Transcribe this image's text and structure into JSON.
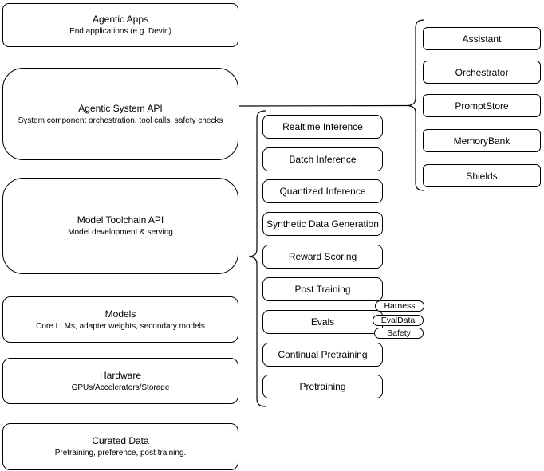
{
  "diagram": {
    "stack": [
      {
        "title": "Agentic Apps",
        "subtitle": "End applications (e.g. Devin)"
      },
      {
        "title": "Agentic System API",
        "subtitle": "System component orchestration, tool calls, safety checks"
      },
      {
        "title": "Model Toolchain API",
        "subtitle": "Model development & serving"
      },
      {
        "title": "Models",
        "subtitle": "Core LLMs, adapter weights, secondary models"
      },
      {
        "title": "Hardware",
        "subtitle": "GPUs/Accelerators/Storage"
      },
      {
        "title": "Curated Data",
        "subtitle": "Pretraining, preference, post training."
      }
    ],
    "toolchain_items": [
      "Realtime Inference",
      "Batch Inference",
      "Quantized Inference",
      "Synthetic Data Generation",
      "Reward Scoring",
      "Post Training",
      "Evals",
      "Continual Pretraining",
      "Pretraining"
    ],
    "eval_tags": [
      "Harness",
      "EvalData",
      "Safety"
    ],
    "system_components": [
      "Assistant",
      "Orchestrator",
      "PromptStore",
      "MemoryBank",
      "Shields"
    ],
    "colors": {
      "stroke": "#000000",
      "fill": "#ffffff",
      "background": "#ffffff"
    }
  }
}
